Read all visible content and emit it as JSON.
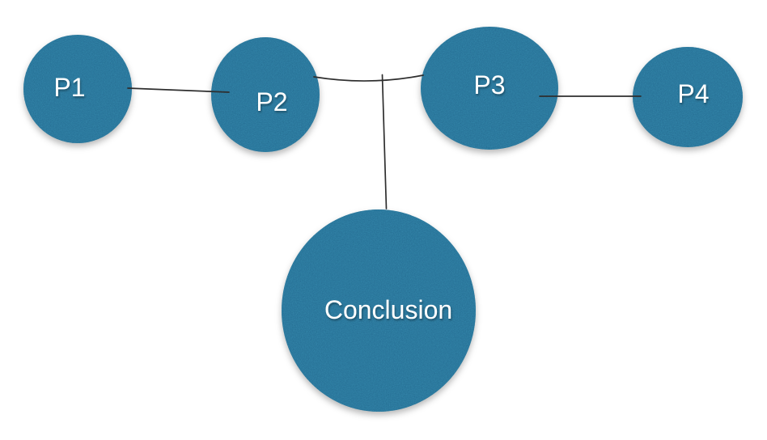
{
  "diagram": {
    "type": "concept-map",
    "background_color": "#ffffff",
    "nodes": [
      {
        "id": "p1",
        "label": "P1",
        "shape": "circle"
      },
      {
        "id": "p2",
        "label": "P2",
        "shape": "circle"
      },
      {
        "id": "p3",
        "label": "P3",
        "shape": "circle"
      },
      {
        "id": "p4",
        "label": "P4",
        "shape": "circle"
      },
      {
        "id": "conclusion",
        "label": "Conclusion",
        "shape": "circle"
      }
    ],
    "edges": [
      {
        "from": "P1",
        "to": "P2"
      },
      {
        "from": "P2",
        "to": "P3"
      },
      {
        "from": "P3",
        "to": "P4"
      },
      {
        "from": "P2-P3 connector midpoint",
        "to": "Conclusion"
      }
    ],
    "colors": {
      "node_fill": "#3487ab",
      "node_speckle": "#256d92",
      "node_text": "#ffffff",
      "edge_stroke": "#2e2e2e"
    }
  }
}
